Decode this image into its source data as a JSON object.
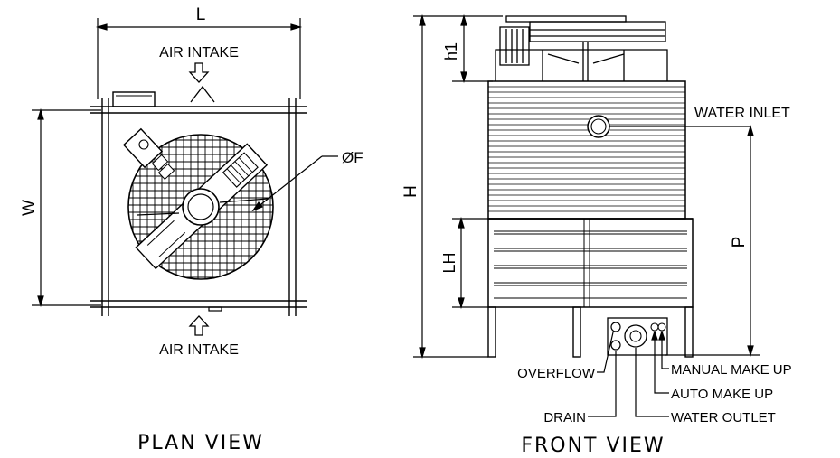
{
  "plan_view": {
    "title": "PLAN VIEW",
    "dim_length": "L",
    "dim_width": "W",
    "dim_fan_dia": "ØF",
    "air_intake_top": "AIR INTAKE",
    "air_intake_bottom": "AIR INTAKE"
  },
  "front_view": {
    "title": "FRONT VIEW",
    "dim_height": "H",
    "dim_h1": "h1",
    "dim_lh": "LH",
    "dim_p": "P",
    "water_inlet": "WATER INLET",
    "overflow": "OVERFLOW",
    "drain": "DRAIN",
    "manual_make_up": "MANUAL MAKE UP",
    "auto_make_up": "AUTO MAKE UP",
    "water_outlet": "WATER OUTLET"
  }
}
